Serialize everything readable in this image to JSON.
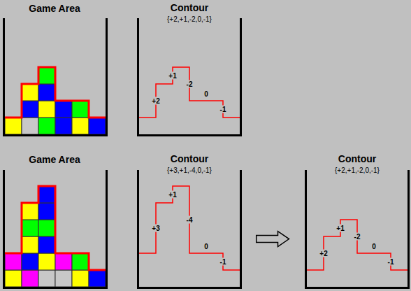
{
  "diagram": {
    "nodes": [
      {
        "text": [
          "Game Area"
        ]
      },
      {
        "text": [
          "Contour",
          "{+2,+1,-2,0,-1}",
          "+2",
          "+1",
          "-2",
          "0",
          "-1"
        ]
      },
      {
        "text": [
          "Game Area"
        ]
      },
      {
        "text": [
          "Contour",
          "{+3,+1,-4,0,-1}",
          "+3",
          "+1",
          "-4",
          "0",
          "-1"
        ]
      },
      {
        "text": [
          "Contour",
          "{+2,+1,-2,0,-1}",
          "+2",
          "+1",
          "-2",
          "0",
          "-1"
        ]
      }
    ],
    "edges": [
      {
        "from": 3,
        "to": 4,
        "arrow": "to"
      }
    ]
  }
}
